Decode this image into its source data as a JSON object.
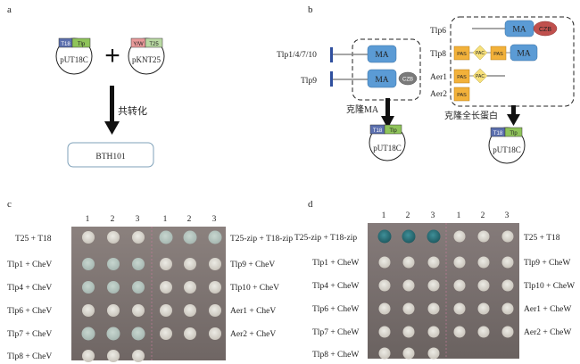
{
  "panel_a": {
    "letter": "a",
    "plasmid1": {
      "name": "pUT18C",
      "tag1": "T18",
      "tag2": "Tlp"
    },
    "plasmid2": {
      "name": "pKNT25",
      "tag1": "Y/W",
      "tag2": "T25"
    },
    "plus": "+",
    "arrow_label": "共转化",
    "result_box": "BTH101"
  },
  "panel_b": {
    "letter": "b",
    "left_labels": [
      "Tlp1/4/7/10",
      "Tlp9"
    ],
    "domain_ma": "MA",
    "domain_czb": "CZB",
    "domain_pas": "PAS",
    "domain_pac": "PAC",
    "right_labels": [
      "Tlp6",
      "Tlp8",
      "Aer1",
      "Aer2"
    ],
    "clone_ma": "克隆MA",
    "clone_full": "克隆全长蛋白",
    "plasmid": {
      "name": "pUT18C",
      "tag1": "T18",
      "tag2": "Tlp"
    }
  },
  "panel_c": {
    "letter": "c",
    "columns": [
      "1",
      "2",
      "3",
      "1",
      "2",
      "3"
    ],
    "left_rows": [
      "T25 + T18",
      "Tlp1 + CheV",
      "Tlp4 + CheV",
      "Tlp6 + CheV",
      "Tlp7 + CheV",
      "Tlp8 + CheV"
    ],
    "right_rows": [
      "T25-zip + T18-zip",
      "Tlp9 + CheV",
      "Tlp10 + CheV",
      "Aer1 + CheV",
      "Aer2 + CheV"
    ]
  },
  "panel_d": {
    "letter": "d",
    "columns": [
      "1",
      "2",
      "3",
      "1",
      "2",
      "3"
    ],
    "left_rows": [
      "T25-zip + T18-zip",
      "Tlp1 + CheW",
      "Tlp4 + CheW",
      "Tlp6 + CheW",
      "Tlp7 + CheW",
      "Tlp8 + CheW"
    ],
    "right_rows": [
      "T25 + T18",
      "Tlp9 + CheW",
      "Tlp10 + CheW",
      "Aer1 + CheW",
      "Aer2 + CheW"
    ]
  },
  "colors": {
    "t18": "#5b6fae",
    "tlp": "#8fc45a",
    "yw": "#e99a9a",
    "t25": "#b9d9a3",
    "ma": "#5b9bd5",
    "czb": "#c0504d",
    "pas": "#f2b13a",
    "pac": "#f7e07a",
    "plate": "#8a7f7c",
    "colony": "#dedbd3",
    "blue_colony": "#2a6f78"
  }
}
